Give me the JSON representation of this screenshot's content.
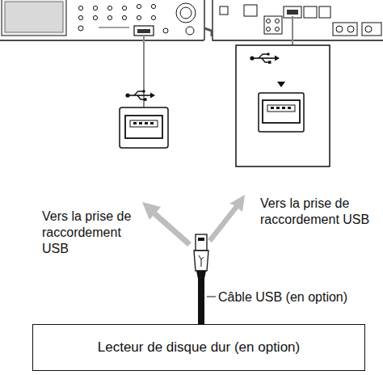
{
  "diagram": {
    "nodes": [
      {
        "text": [
          "Lecteur de disque dur (en option)"
        ]
      }
    ],
    "labels": [
      "Vers la prise de raccordement USB",
      "Vers la prise de raccordement USB",
      "Câble USB (en option)"
    ]
  }
}
